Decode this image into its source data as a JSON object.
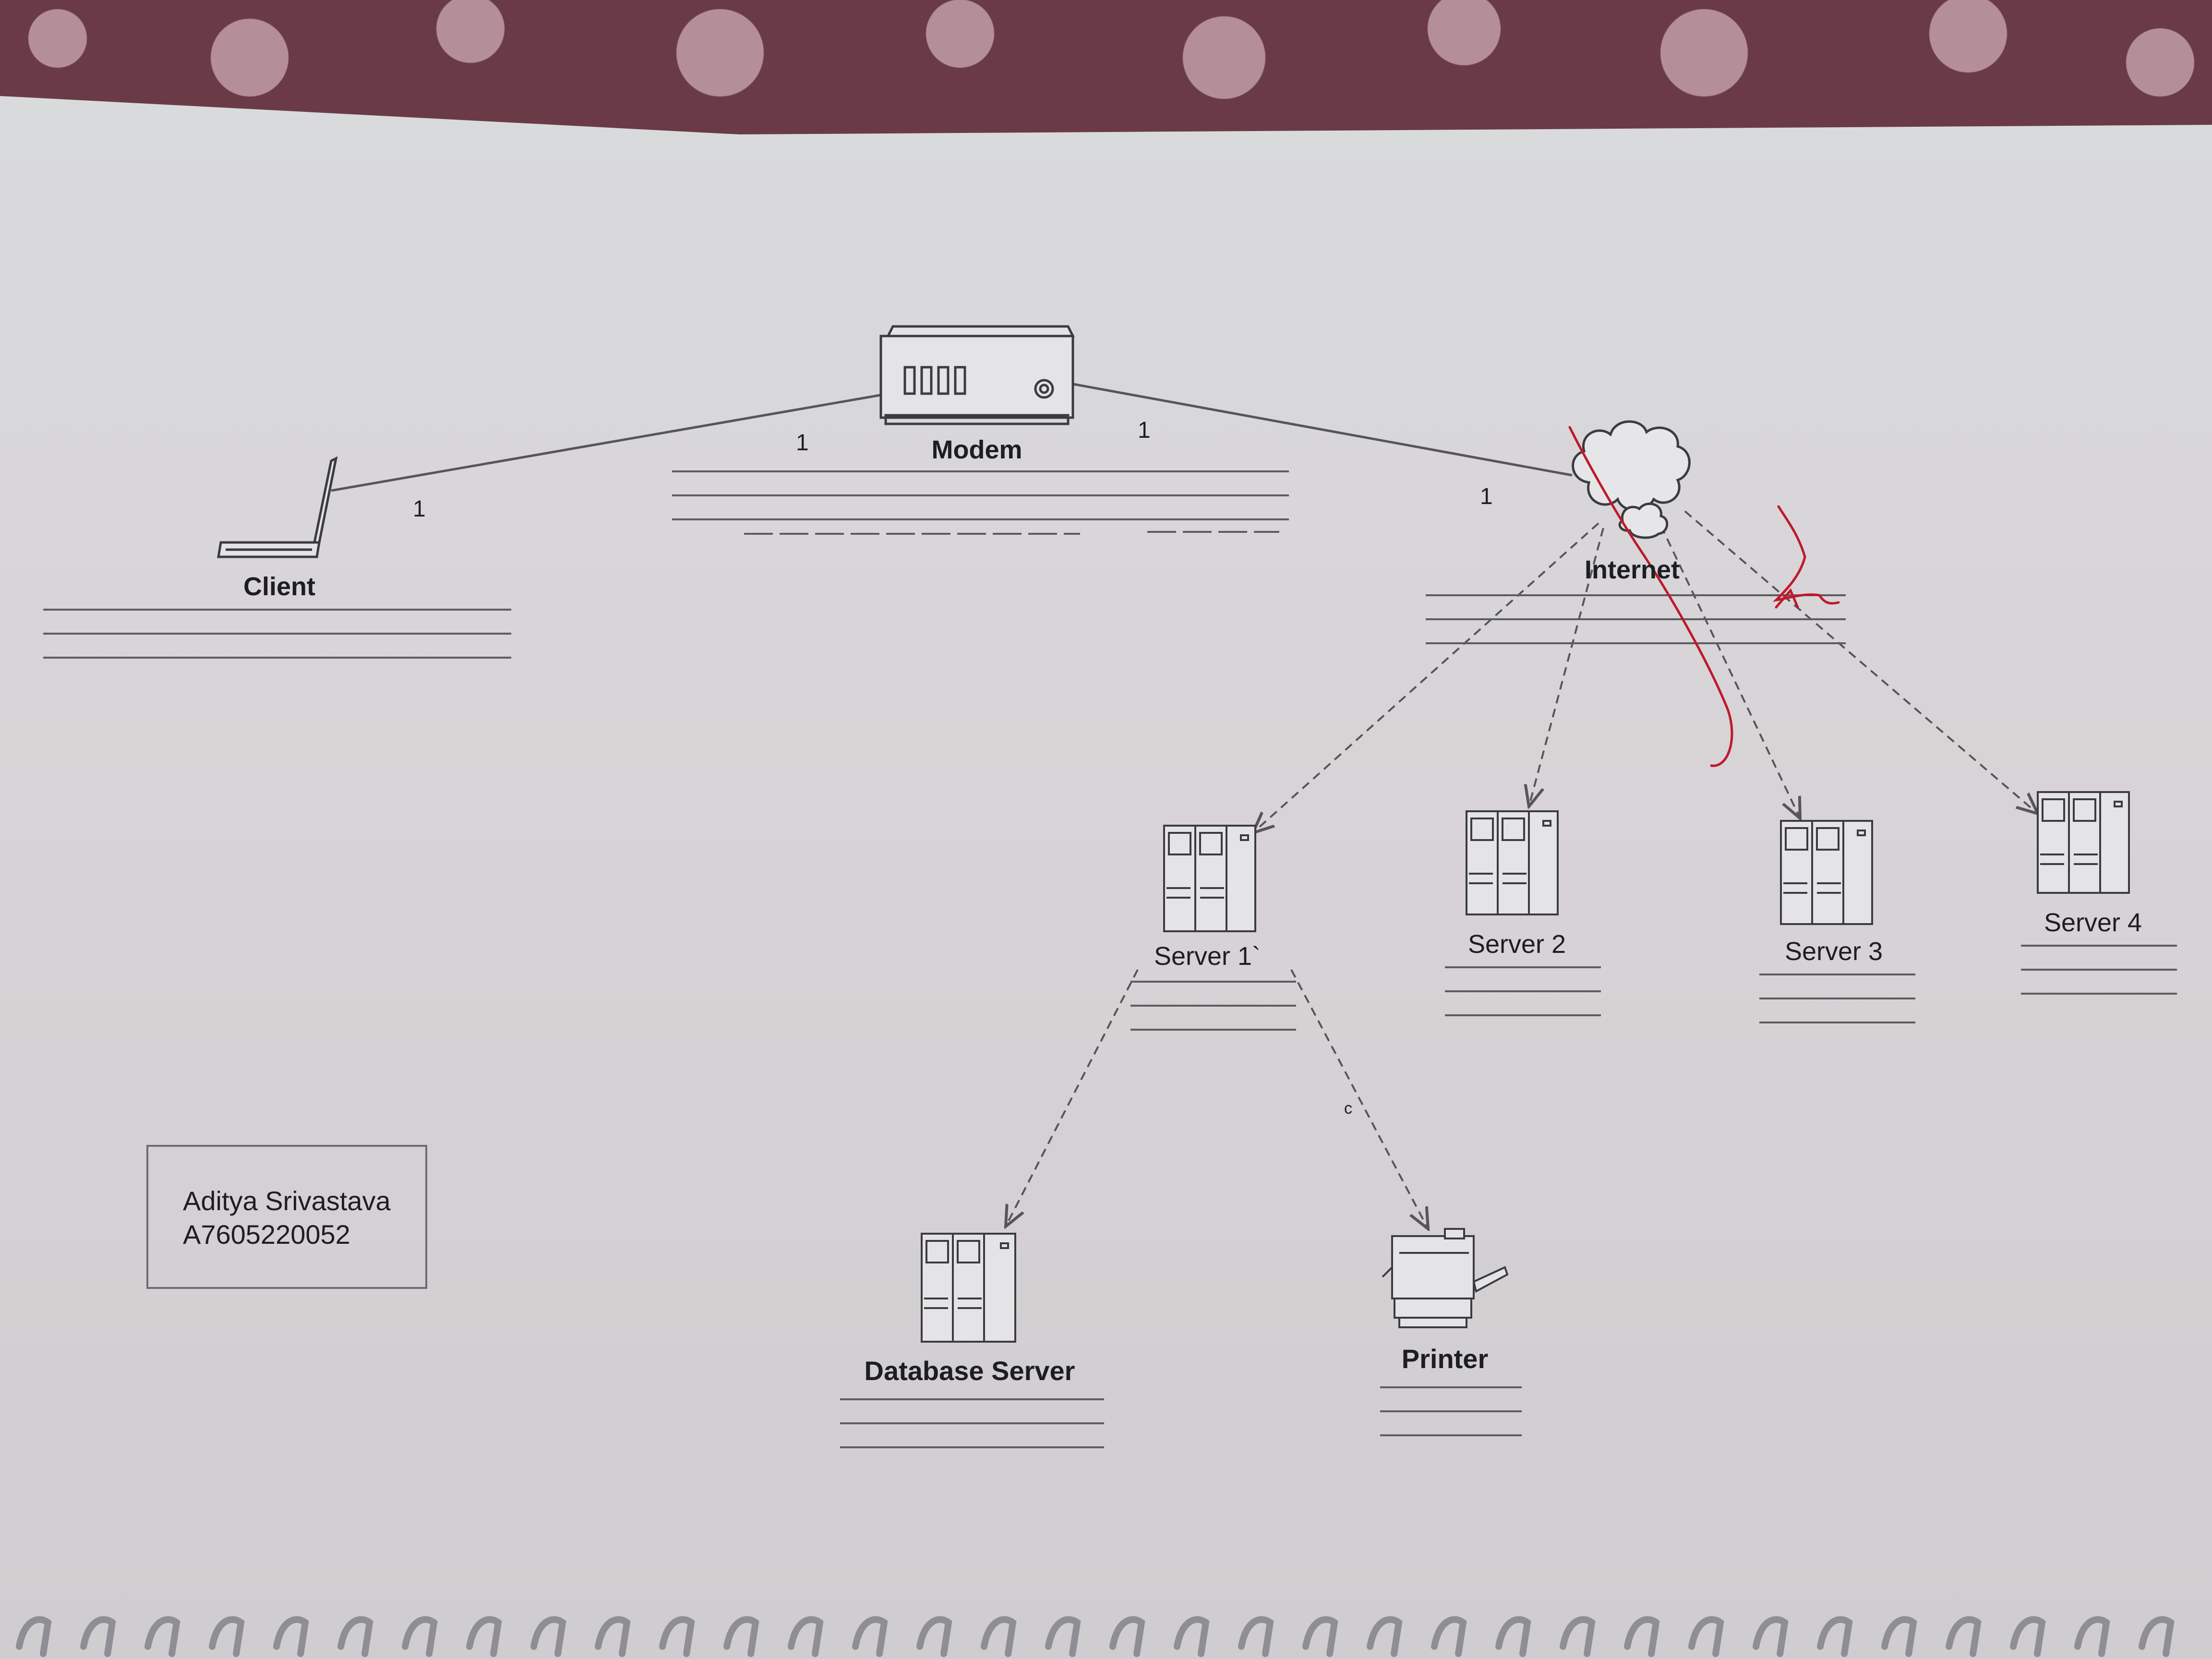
{
  "nodes": {
    "modem": "Modem",
    "client": "Client",
    "internet": "Internet",
    "server1": "Server 1`",
    "server2": "Server 2",
    "server3": "Server 3",
    "server4": "Server 4",
    "database_server": "Database Server",
    "printer": "Printer"
  },
  "multiplicities": {
    "client_modem_near_client": "1",
    "client_modem_near_modem": "1",
    "modem_internet_near_modem": "1",
    "modem_internet_near_internet": "1"
  },
  "edge_marks": {
    "server1_printer": "c"
  },
  "author": {
    "name": "Aditya Srivastava",
    "id": "A7605220052"
  },
  "colors": {
    "paper": "#d9dadc",
    "ink": "#1e1e22",
    "line": "#55555a",
    "pen": "#c0182c",
    "fabric": "#6a3b46"
  },
  "icons": {
    "client": "laptop-icon",
    "modem": "modem-icon",
    "internet": "cloud-icon",
    "server": "server-tower-icon",
    "printer": "printer-icon"
  }
}
